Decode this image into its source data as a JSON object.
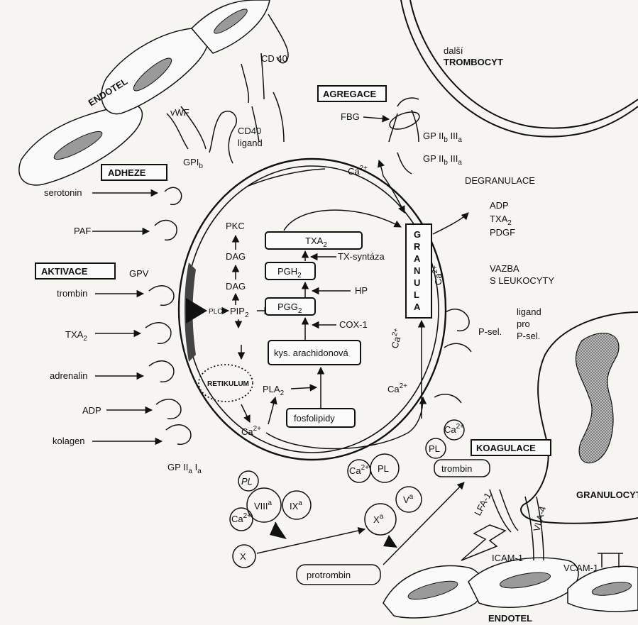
{
  "labels": {
    "endotel_top": "ENDOTEL",
    "cd40": "CD 40",
    "vwf": "vWF",
    "cd40_ligand_1": "CD40",
    "cd40_ligand_2": "ligand",
    "dalsi": "další",
    "trombocyt": "TROMBOCYT",
    "agregace": "AGREGACE",
    "fbg": "FBG",
    "gp_iib_1": "GP II",
    "gp_iib_2": "GP II",
    "adheze": "ADHEZE",
    "gpib": "GPI",
    "ca_top": "Ca",
    "degranulace": "DEGRANULACE",
    "adp_r": "ADP",
    "txa2_r": "TXA",
    "pdgf": "PDGF",
    "vazba_1": "VAZBA",
    "vazba_2": "S LEUKOCYTY",
    "ligand_1": "ligand",
    "ligand_2": "pro",
    "ligand_3": "P-sel.",
    "psel": "P-sel.",
    "serotonin": "serotonin",
    "paf": "PAF",
    "aktivace": "AKTIVACE",
    "gpv": "GPV",
    "trombin_l": "trombin",
    "txa2_l": "TXA",
    "adrenalin": "adrenalin",
    "adp_l": "ADP",
    "kolagen": "kolagen",
    "gp_iia": "GP II",
    "pkc": "PKC",
    "dag1": "DAG",
    "dag2": "DAG",
    "plc": "PLC",
    "pip2": "PIP",
    "retikulum": "RETIKULUM",
    "pla2": "PLA",
    "ca_ret": "Ca",
    "txa2_box": "TXA",
    "tx_syntaza": "TX-syntáza",
    "pgh2": "PGH",
    "hp": "HP",
    "pgg2": "PGG",
    "cox1": "COX-1",
    "kys": "kys. arachidonová",
    "fosfolipidy": "fosfolipidy",
    "granula": [
      "G",
      "R",
      "A",
      "N",
      "U",
      "L",
      "A"
    ],
    "ca_gran": "Ca",
    "ca_mid": "Ca",
    "ca_low": "Ca",
    "koagulace": "KOAGULACE",
    "trombin_k": "trombin",
    "pl1": "PL",
    "pl2": "PL",
    "pl3": "PL",
    "ca_k1": "Ca",
    "ca_k2": "Ca",
    "ca_k3": "Ca",
    "viii": "VIII",
    "ix": "IX",
    "x": "X",
    "xa": "X",
    "va": "V",
    "protrombin": "protrombin",
    "granulocyt": "GRANULOCYT",
    "lfa1": "LFA-1",
    "vla4": "VLA-4",
    "icam1": "ICAM-1",
    "vcam1": "VCAM-1",
    "endotel_bottom": "ENDOTEL",
    "sup_2": "2",
    "sup_2plus": "2+",
    "sup_a": "a",
    "sub_b": "b"
  }
}
